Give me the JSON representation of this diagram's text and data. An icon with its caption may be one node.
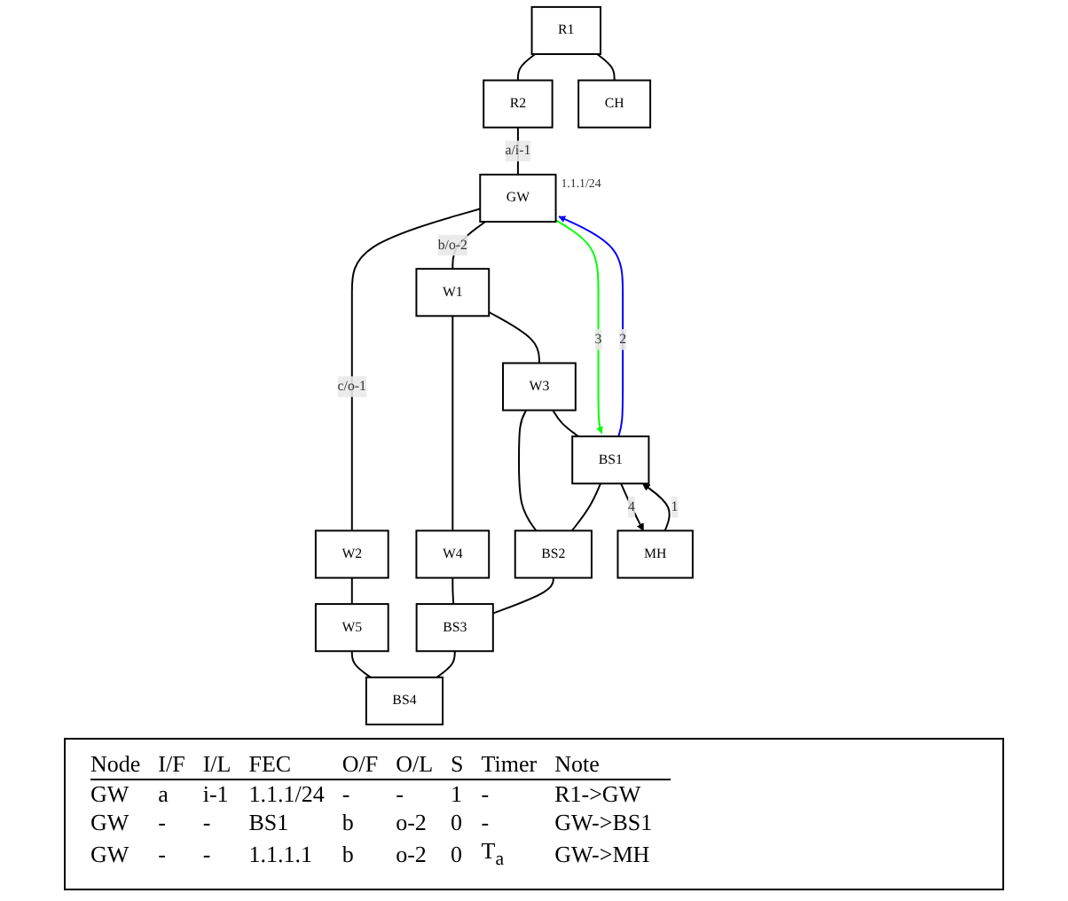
{
  "diagram": {
    "nodes": [
      {
        "text": [
          "R1"
        ]
      },
      {
        "text": [
          "R2"
        ]
      },
      {
        "text": [
          "GW"
        ],
        "beside": [
          "1.1.1/24"
        ]
      },
      {
        "text": [
          "CH"
        ]
      },
      {
        "text": [
          "W1"
        ]
      },
      {
        "text": [
          "W2"
        ]
      },
      {
        "text": [
          "W3"
        ]
      },
      {
        "text": [
          "W4"
        ]
      },
      {
        "text": [
          "W5"
        ]
      },
      {
        "text": [
          "BS1"
        ]
      },
      {
        "text": [
          "BS2"
        ]
      },
      {
        "text": [
          "BS3"
        ]
      },
      {
        "text": [
          "BS4"
        ]
      },
      {
        "text": [
          "MH"
        ]
      }
    ],
    "edges": [
      {
        "from": 0,
        "to": 1,
        "arrow": "none"
      },
      {
        "from": 1,
        "to": 2,
        "arrow": "none",
        "label": "a/i-1"
      },
      {
        "from": 0,
        "to": 3,
        "arrow": "none"
      },
      {
        "from": 2,
        "to": 4,
        "arrow": "none",
        "label": "b/o-2"
      },
      {
        "from": 2,
        "to": 5,
        "arrow": "none",
        "label": "c/o-1"
      },
      {
        "from": 4,
        "to": 6,
        "arrow": "none"
      },
      {
        "from": 4,
        "to": 7,
        "arrow": "none"
      },
      {
        "from": 5,
        "to": 8,
        "arrow": "none"
      },
      {
        "from": 6,
        "to": 9,
        "arrow": "none"
      },
      {
        "from": 6,
        "to": 10,
        "arrow": "none"
      },
      {
        "from": 7,
        "to": 11,
        "arrow": "none"
      },
      {
        "from": 8,
        "to": 12,
        "arrow": "none"
      },
      {
        "from": 9,
        "to": 10,
        "arrow": "none"
      },
      {
        "from": 10,
        "to": 11,
        "arrow": "none"
      },
      {
        "from": 11,
        "to": 12,
        "arrow": "none"
      },
      {
        "from": 9,
        "to": 2,
        "arrow": "to",
        "label": "2",
        "color": "#0000ff"
      },
      {
        "from": 2,
        "to": 9,
        "arrow": "to",
        "label": "3",
        "color": "#00ff00"
      },
      {
        "from": 9,
        "to": 13,
        "arrow": "to",
        "label": "4"
      },
      {
        "from": 13,
        "to": 9,
        "arrow": "to",
        "label": "1"
      }
    ],
    "labels": [
      "Node",
      "I/F",
      "I/L",
      "FEC",
      "O/F",
      "O/L",
      "S",
      "Timer",
      "Note",
      "GW",
      "a",
      "i-1",
      "1.1.1/24",
      "-",
      "-",
      "1",
      "-",
      "R1->GW",
      "GW",
      "-",
      "-",
      "BS1",
      "b",
      "o-2",
      "0",
      "-",
      "GW->BS1",
      "GW",
      "-",
      "-",
      "1.1.1.1",
      "b",
      "o-2",
      "0",
      "T$_{a}$",
      "GW->MH"
    ]
  }
}
